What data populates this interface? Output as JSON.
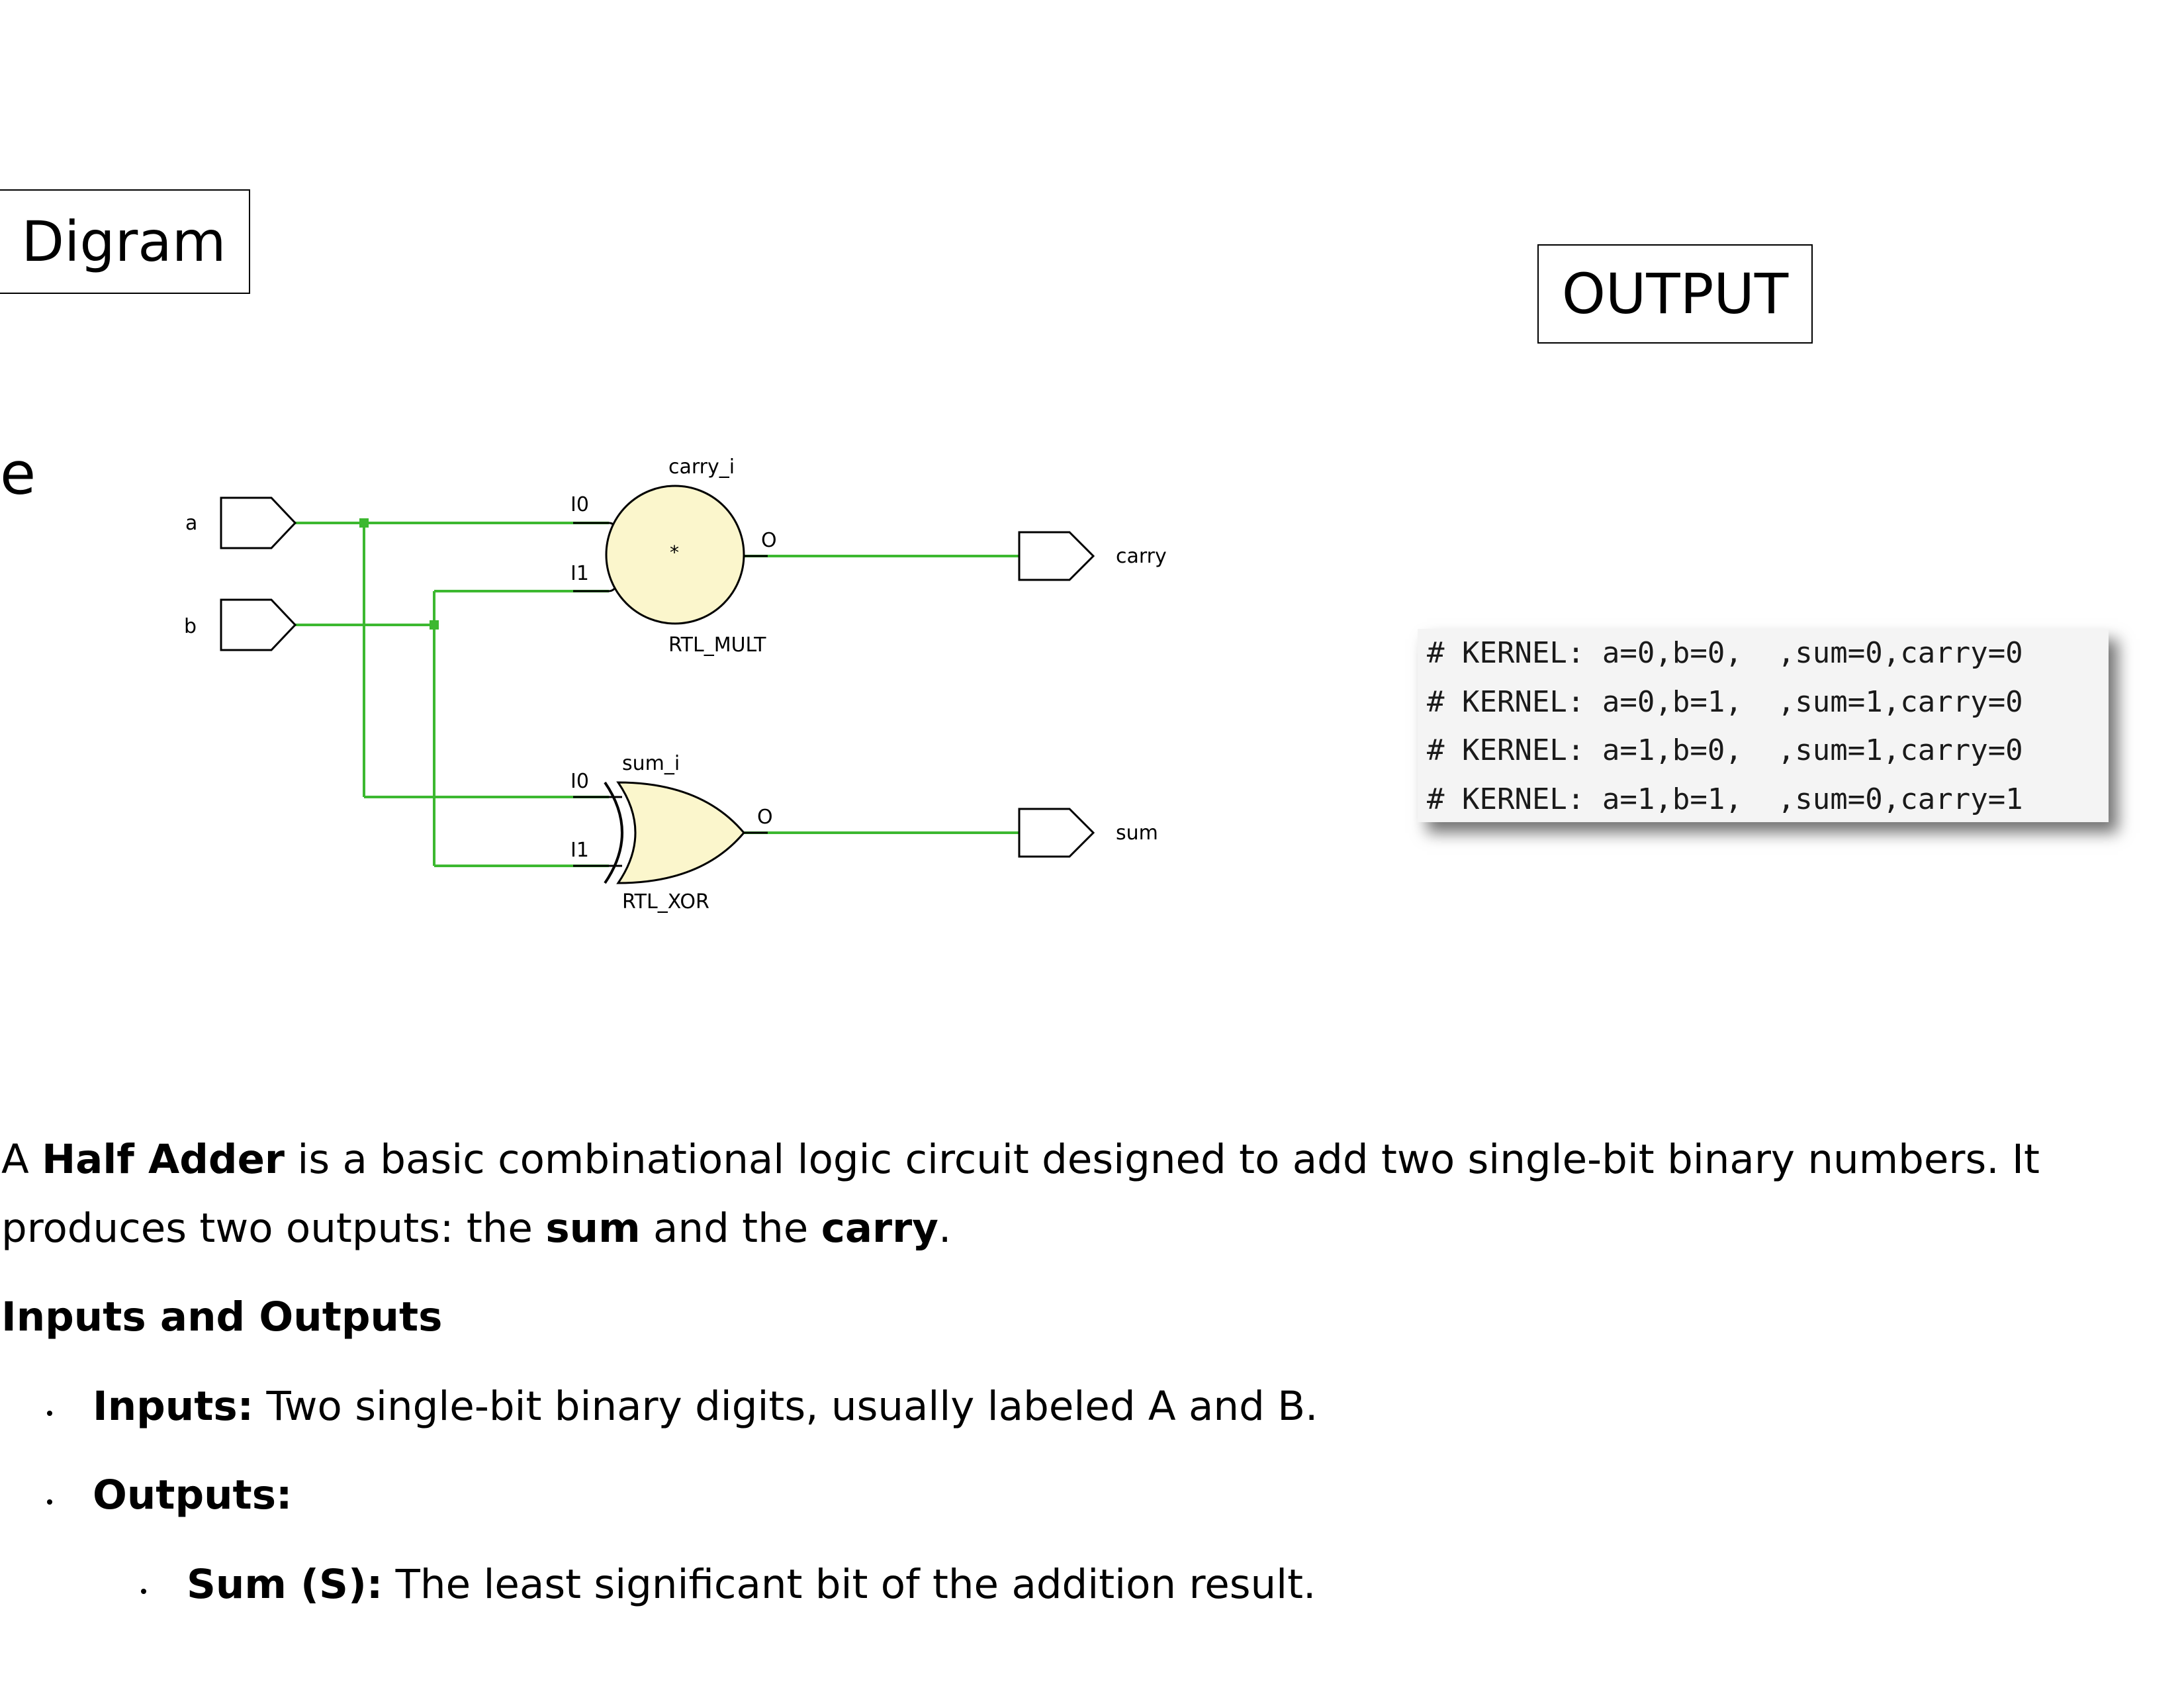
{
  "labels": {
    "diagram": "Digram",
    "output": "OUTPUT",
    "stray": "e"
  },
  "schematic": {
    "wire_color": "#3cb830",
    "gate_fill": "#fbf6cc",
    "inputs": [
      "a",
      "b"
    ],
    "outputs": [
      "carry",
      "sum"
    ],
    "mult": {
      "instance": "carry_i",
      "symbol": "*",
      "type": "RTL_MULT",
      "pin_i0": "I0",
      "pin_i1": "I1",
      "pin_o": "O"
    },
    "xor": {
      "instance": "sum_i",
      "type": "RTL_XOR",
      "pin_i0": "I0",
      "pin_i1": "I1",
      "pin_o": "O"
    }
  },
  "console": {
    "lines": [
      "# KERNEL: a=0,b=0,  ,sum=0,carry=0",
      "# KERNEL: a=0,b=1,  ,sum=1,carry=0",
      "# KERNEL: a=1,b=0,  ,sum=1,carry=0",
      "# KERNEL: a=1,b=1,  ,sum=0,carry=1"
    ]
  },
  "text": {
    "para_prefix": "A ",
    "para_bold1": "Half Adder",
    "para_mid": " is a basic combinational logic circuit designed to add two single-bit binary numbers. It produces two outputs: the ",
    "para_bold2": "sum",
    "para_and": " and the ",
    "para_bold3": "carry",
    "para_end": ".",
    "heading": "Inputs and Outputs",
    "inputs_label": "Inputs:",
    "inputs_text": " Two single-bit binary digits, usually labeled A and B.",
    "outputs_label": "Outputs:",
    "sum_label": "Sum (S):",
    "sum_text": " The least significant bit of the addition result."
  }
}
